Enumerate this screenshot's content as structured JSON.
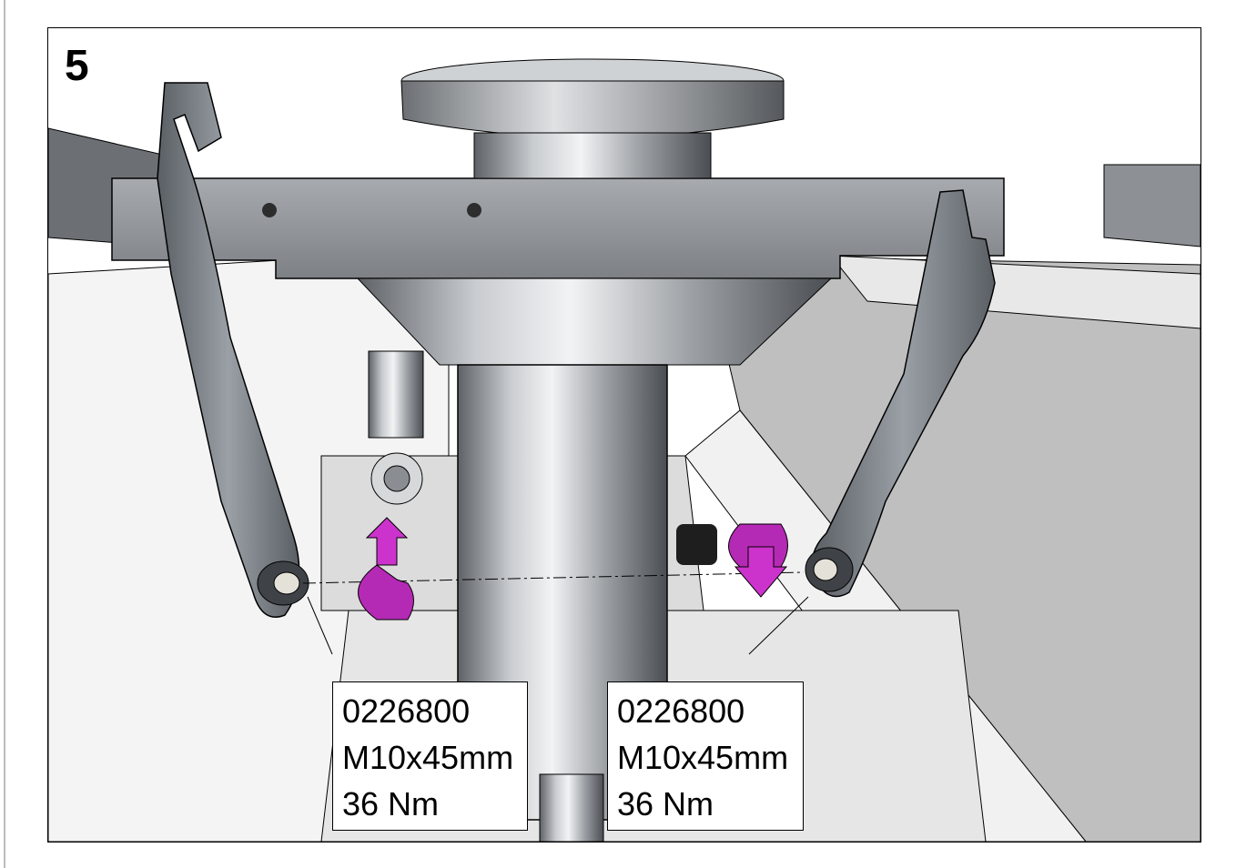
{
  "step_number": "5",
  "callouts": [
    {
      "part_number": "0226800",
      "bolt_size": "M10x45mm",
      "torque": "36 Nm"
    },
    {
      "part_number": "0226800",
      "bolt_size": "M10x45mm",
      "torque": "36 Nm"
    }
  ],
  "colors": {
    "arrow": "#cc33cc",
    "metal": "#8f9499",
    "panel": "#d9d9d9"
  }
}
